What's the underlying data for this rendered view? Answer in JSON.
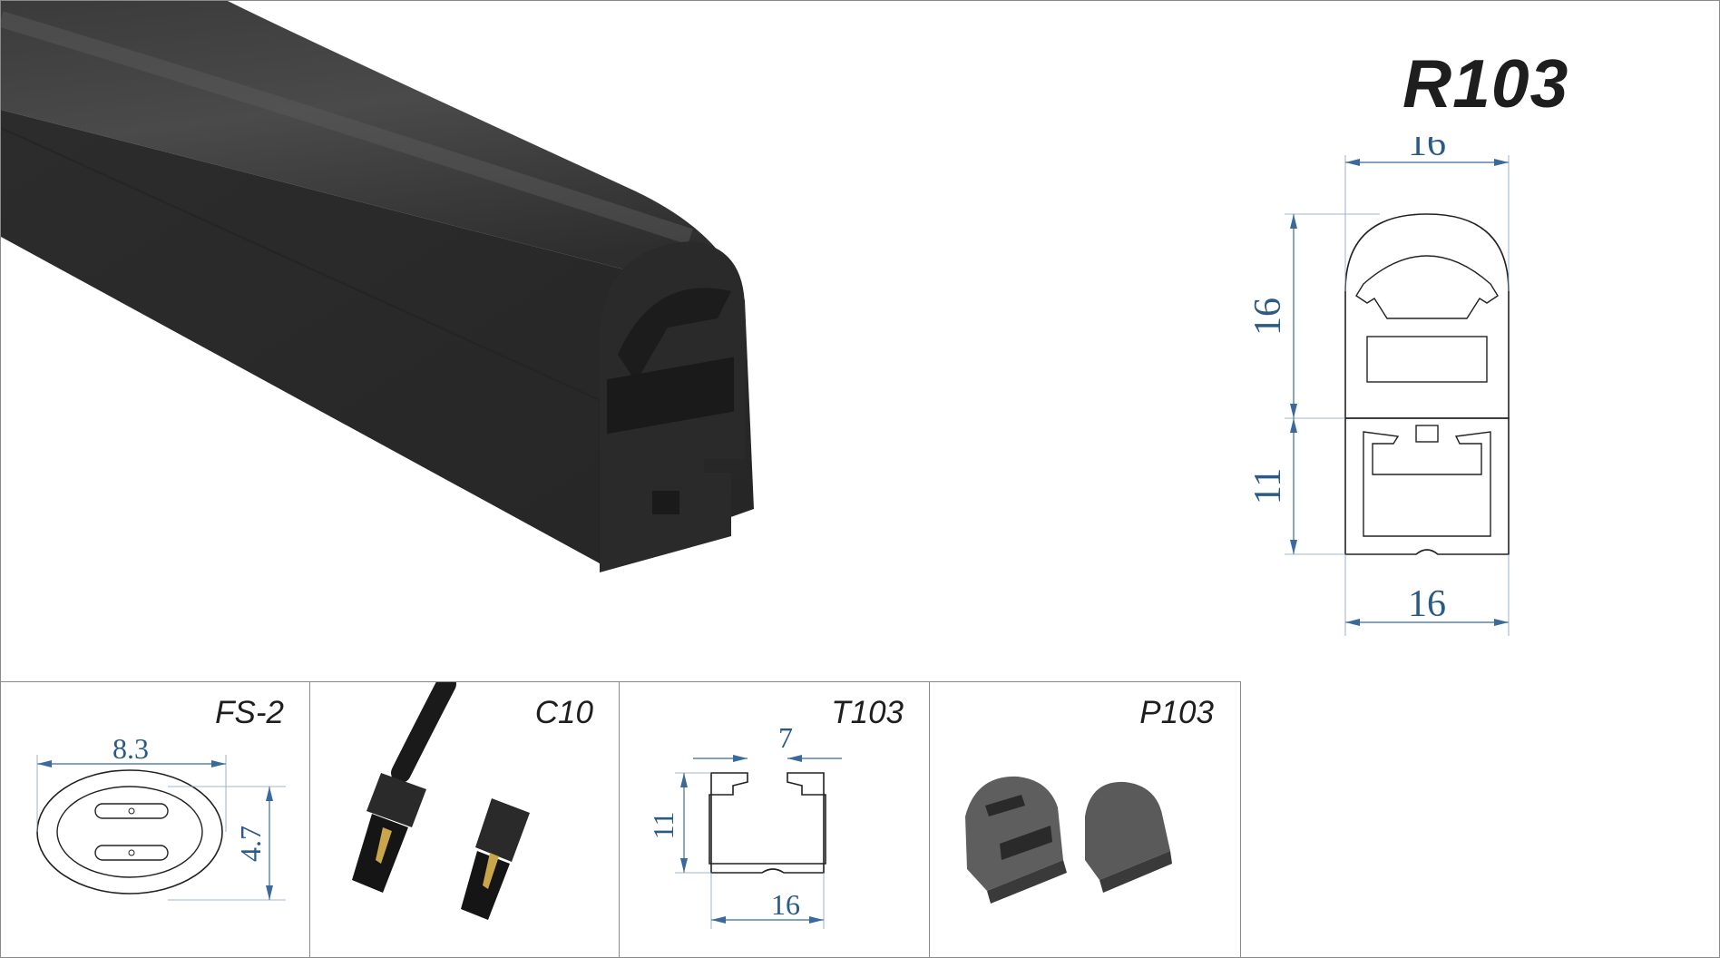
{
  "product": {
    "model": "R103"
  },
  "main_dims": {
    "top_width": "16",
    "upper_height": "16",
    "lower_height": "11",
    "bottom_width": "16"
  },
  "accessories": [
    {
      "label": "FS-2",
      "dims": [
        "8.3",
        "4.7"
      ]
    },
    {
      "label": "C10"
    },
    {
      "label": "T103",
      "dims": [
        "7",
        "11",
        "16"
      ]
    },
    {
      "label": "P103"
    }
  ],
  "colors": {
    "dimension": "#2b5a86",
    "profile": "#3a3a3a",
    "border": "#8a8a8a"
  }
}
